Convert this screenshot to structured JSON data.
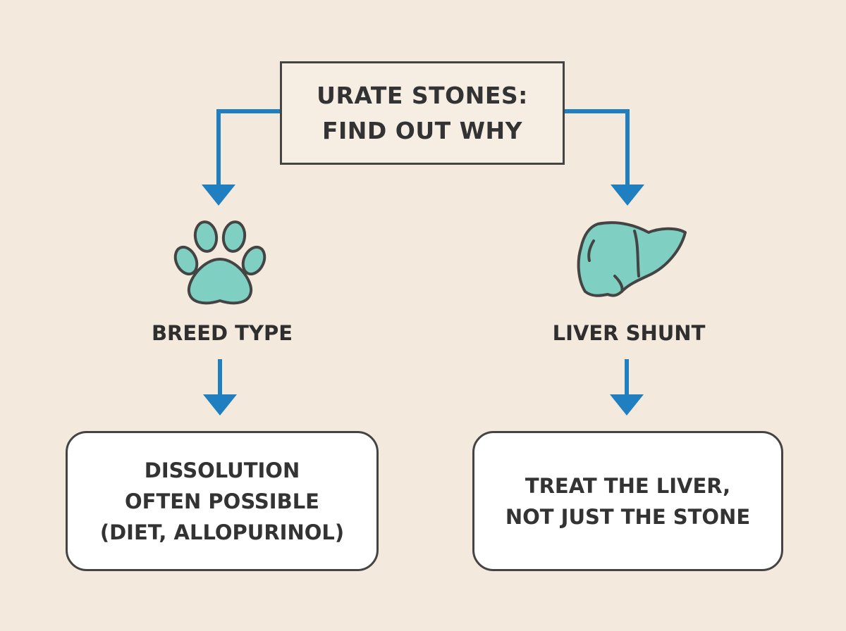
{
  "diagram": {
    "title_lines": [
      "URATE STONES:",
      "FIND OUT WHY"
    ],
    "left": {
      "icon": "paw-icon",
      "label": "BREED TYPE",
      "result_lines": [
        "DISSOLUTION",
        "OFTEN POSSIBLE",
        "(DIET, ALLOPURINOL)"
      ]
    },
    "right": {
      "icon": "liver-icon",
      "label": "LIVER SHUNT",
      "result_lines": [
        "TREAT THE LIVER,",
        "NOT JUST THE STONE"
      ]
    }
  },
  "colors": {
    "background": "#f3e9dc",
    "arrow": "#1f7fc0",
    "icon_fill": "#7fcfc2",
    "outline": "#444444"
  }
}
